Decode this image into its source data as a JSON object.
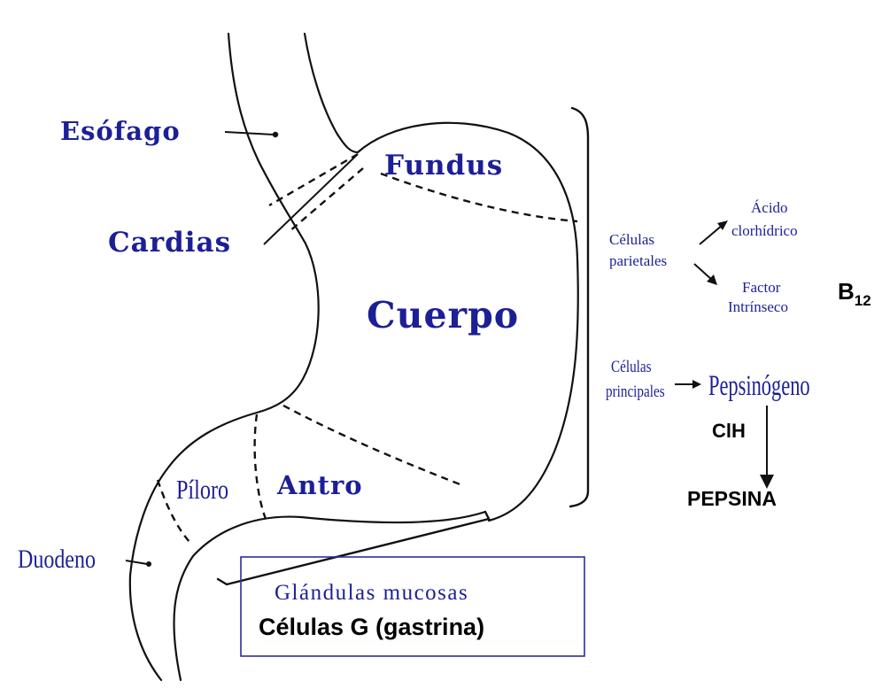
{
  "labels": {
    "esofago": "Esófago",
    "cardias": "Cardias",
    "fundus": "Fundus",
    "cuerpo": "Cuerpo",
    "antro": "Antro",
    "piloro": "Píloro",
    "duodeno": "Duodeno",
    "glandulas_mucosas": "Glándulas mucosas",
    "celulas_g": "Células G (gastrina)"
  },
  "cells": {
    "parietales_line1": "Células",
    "parietales_line2": "parietales",
    "acido_line1": "Ácido",
    "acido_line2": "clorhídrico",
    "factor_line1": "Factor",
    "factor_line2": "Intrínseco",
    "b12_main": "B",
    "b12_sub": "12",
    "principales_line1": "Células",
    "principales_line2": "principales",
    "pepsinogeno": "Pepsinógeno",
    "cih": "ClH",
    "pepsina": "PEPSINA"
  },
  "colors": {
    "ink_blue": "#1c1f96",
    "ink_black": "#000000",
    "box_border": "#2a2f9c"
  }
}
